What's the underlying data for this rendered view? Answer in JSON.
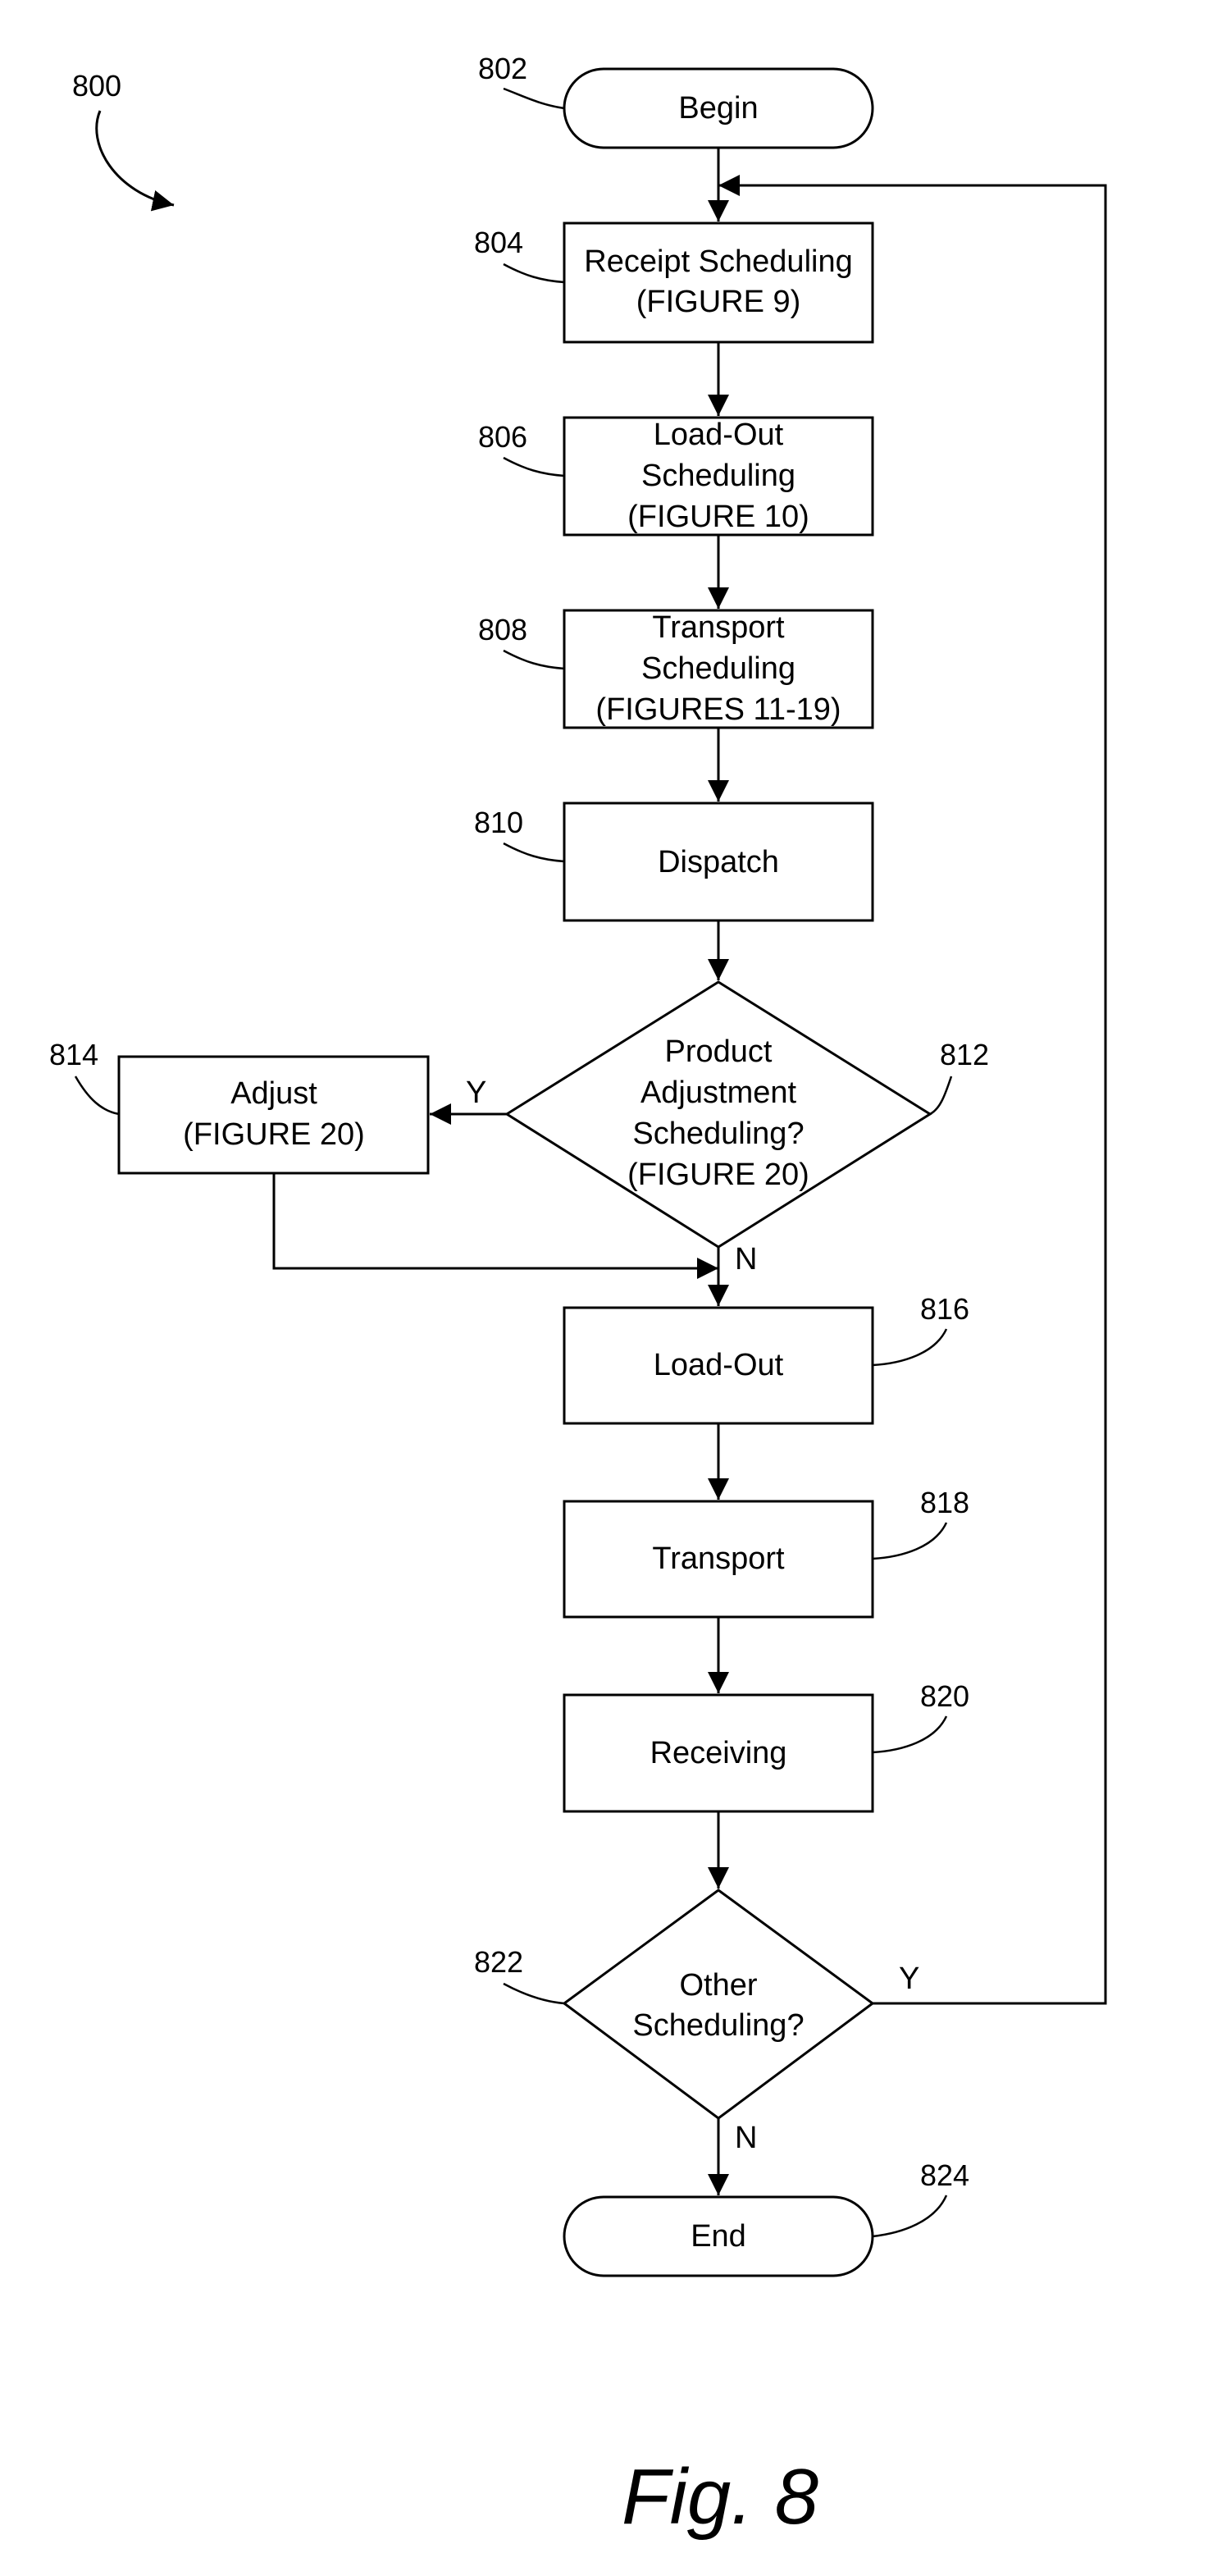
{
  "diagram": {
    "figure_ref": "800",
    "figure_caption": "Fig. 8",
    "nodes": {
      "begin": {
        "ref": "802",
        "lines": [
          "Begin"
        ]
      },
      "receipt": {
        "ref": "804",
        "lines": [
          "Receipt Scheduling",
          "(FIGURE 9)"
        ]
      },
      "loadout_sched": {
        "ref": "806",
        "lines": [
          "Load-Out",
          "Scheduling",
          "(FIGURE 10)"
        ]
      },
      "transport_sched": {
        "ref": "808",
        "lines": [
          "Transport",
          "Scheduling",
          "(FIGURES 11-19)"
        ]
      },
      "dispatch": {
        "ref": "810",
        "lines": [
          "Dispatch"
        ]
      },
      "product_adj": {
        "ref": "812",
        "lines": [
          "Product",
          "Adjustment",
          "Scheduling?",
          "(FIGURE 20)"
        ]
      },
      "adjust": {
        "ref": "814",
        "lines": [
          "Adjust",
          "(FIGURE 20)"
        ]
      },
      "loadout": {
        "ref": "816",
        "lines": [
          "Load-Out"
        ]
      },
      "transport": {
        "ref": "818",
        "lines": [
          "Transport"
        ]
      },
      "receiving": {
        "ref": "820",
        "lines": [
          "Receiving"
        ]
      },
      "other_sched": {
        "ref": "822",
        "lines": [
          "Other",
          "Scheduling?"
        ]
      },
      "end": {
        "ref": "824",
        "lines": [
          "End"
        ]
      }
    },
    "edge_labels": {
      "adjust_yes": "Y",
      "adjust_no": "N",
      "other_yes": "Y",
      "other_no": "N"
    }
  }
}
